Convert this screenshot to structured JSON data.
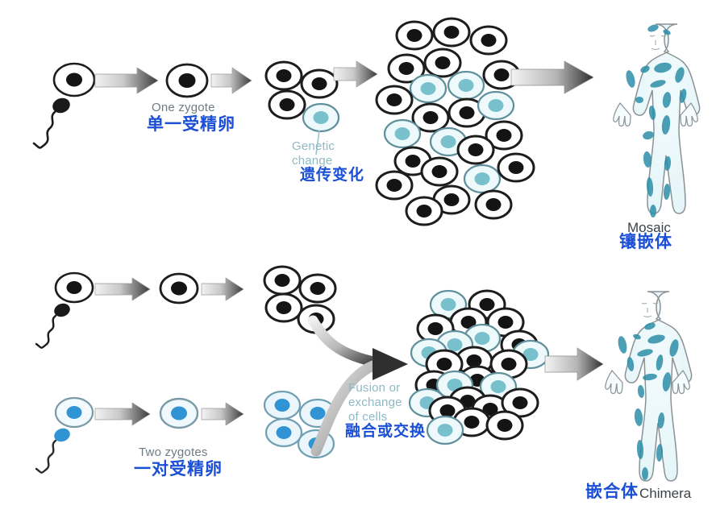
{
  "diagram": {
    "title": "Mosaicism and Chimerism formation pathways",
    "colors": {
      "dark_cell": "#1b1b1b",
      "blue_cell": "#2a8fd0",
      "teal_cell": "#7fc4cf",
      "label_chinese": "#1a4fd6",
      "label_english": "#6f7b82",
      "label_teal": "#8fb9c4",
      "arrow_dark": "#3a3a3a",
      "arrow_light": "#e8e8e8",
      "body_patch": "#2d8fa8",
      "body_outline": "#8a9296"
    },
    "labels": {
      "one_zygote_en": "One zygote",
      "one_zygote_cn": "单一受精卵",
      "genetic_change_en_line1": "Genetic",
      "genetic_change_en_line2": "change",
      "genetic_change_cn": "遗传变化",
      "mosaic_en": "Mosaic",
      "mosaic_cn": "镶嵌体",
      "two_zygotes_en": "Two zygotes",
      "two_zygotes_cn": "一对受精卵",
      "fusion_en_line1": "Fusion or",
      "fusion_en_line2": "exchange",
      "fusion_en_line3": "of cells",
      "fusion_cn": "融合或交换",
      "chimera_cn": "嵌合体",
      "chimera_en": "Chimera"
    },
    "rows": [
      {
        "name": "mosaic-pathway",
        "stages": [
          "sperm-and-egg",
          "zygote",
          "four-cell-with-mutation",
          "blastocyst-mixed",
          "mosaic-human"
        ]
      },
      {
        "name": "chimera-pathway",
        "stages": [
          "sperm-and-egg-dark",
          "zygote-dark",
          "four-cell-dark",
          "sperm-and-egg-blue",
          "zygote-blue",
          "four-cell-blue",
          "fusion",
          "blastocyst-mixed",
          "chimera-human"
        ]
      }
    ]
  }
}
